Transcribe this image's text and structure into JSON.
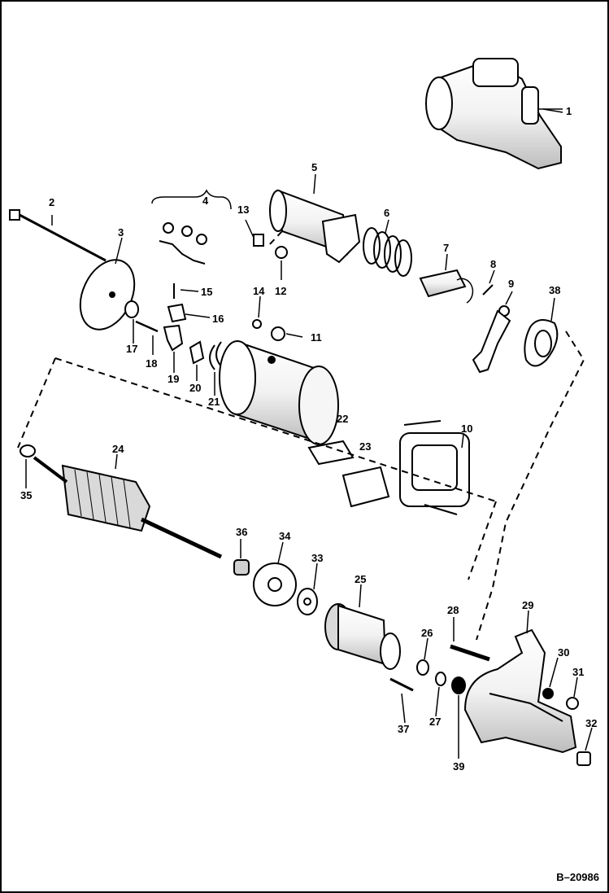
{
  "figure_id": "B–20986",
  "callouts": [
    "1",
    "2",
    "3",
    "4",
    "5",
    "6",
    "7",
    "8",
    "9",
    "10",
    "11",
    "12",
    "13",
    "14",
    "15",
    "16",
    "17",
    "18",
    "19",
    "20",
    "21",
    "22",
    "23",
    "24",
    "25",
    "26",
    "27",
    "28",
    "29",
    "30",
    "31",
    "32",
    "33",
    "34",
    "35",
    "36",
    "37",
    "38",
    "39"
  ],
  "colors": {
    "line": "#000000",
    "background": "#ffffff",
    "shading": "#cfcfcf"
  }
}
